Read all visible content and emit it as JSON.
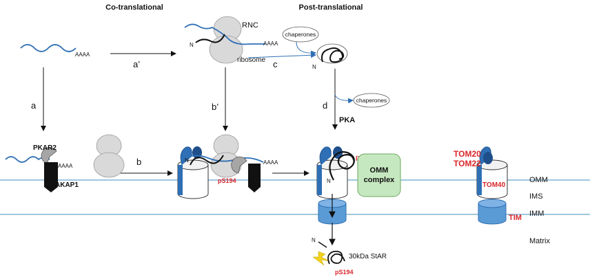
{
  "headers": {
    "co_translational": "Co-translational",
    "post_translational": "Post-translational"
  },
  "mrna": {
    "polya": "AAAA",
    "n_terminus": "N"
  },
  "arrows": {
    "a": "a",
    "a_prime": "a’",
    "b": "b",
    "b_prime": "b’",
    "c": "c",
    "d": "d"
  },
  "labels": {
    "rnc": "RNC",
    "ribosome": "ribosome",
    "chaperones": "chaperones",
    "pka": "PKA",
    "pkar2": "PKAR2",
    "akap1": "AKAP1",
    "ps194": "pS194",
    "omm_complex_line1": "OMM",
    "omm_complex_line2": "complex",
    "tom20": "TOM20",
    "tom22": "TOM22",
    "tom40": "TOM40",
    "tim": "TIM",
    "star": "30kDa StAR"
  },
  "compartments": {
    "omm": "OMM",
    "ims": "IMS",
    "imm": "IMM",
    "matrix": "Matrix"
  },
  "colors": {
    "membrane": "#7fb3d5",
    "tom_blue": "#2e6fb5",
    "tom_dark": "#1f4f8a",
    "tim_blue": "#5b9bd5",
    "ribosome": "#d9d9d9",
    "omm_complex": "#c6e8c0",
    "text_red": "#d9262b",
    "lightning": "#f2d21b"
  }
}
